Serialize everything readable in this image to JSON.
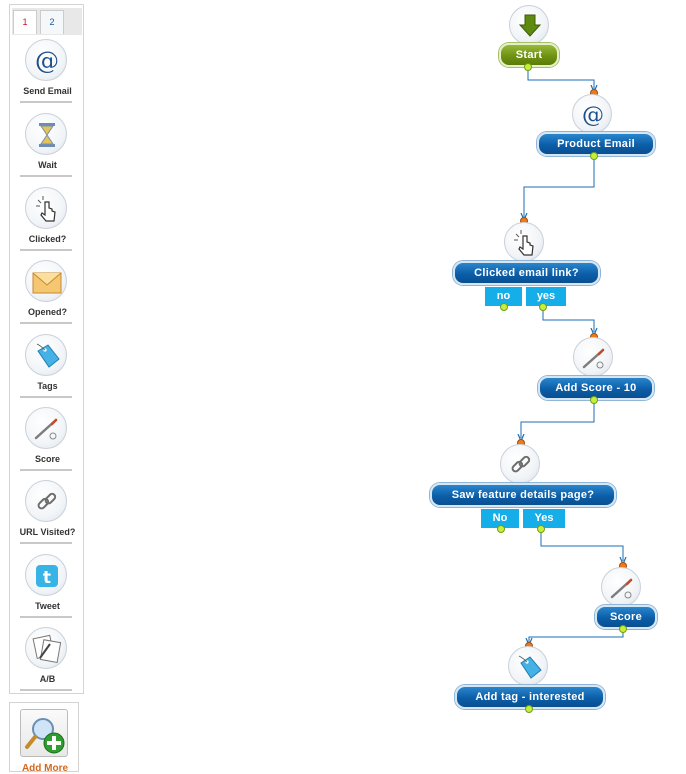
{
  "palette": {
    "tabs": [
      "1",
      "2"
    ],
    "tools": [
      {
        "label": "Send Email",
        "icon": "at-sign-icon"
      },
      {
        "label": "Wait",
        "icon": "hourglass-icon"
      },
      {
        "label": "Clicked?",
        "icon": "pointer-click-icon"
      },
      {
        "label": "Opened?",
        "icon": "envelope-icon"
      },
      {
        "label": "Tags",
        "icon": "tag-icon"
      },
      {
        "label": "Score",
        "icon": "score-wand-icon"
      },
      {
        "label": "URL Visited?",
        "icon": "link-icon"
      },
      {
        "label": "Tweet",
        "icon": "twitter-icon"
      },
      {
        "label": "A/B",
        "icon": "ab-test-icon"
      }
    ],
    "add_more_label": "Add More"
  },
  "flow": {
    "start_label": "Start",
    "product_email_label": "Product Email",
    "clicked_label": "Clicked email link?",
    "clicked_no": "no",
    "clicked_yes": "yes",
    "add_score_label": "Add Score - 10",
    "saw_feature_label": "Saw feature details page?",
    "saw_no": "No",
    "saw_yes": "Yes",
    "score_label": "Score",
    "add_tag_label": "Add tag - interested"
  },
  "colors": {
    "node_blue": "#0b5ea8",
    "start_green": "#6f9212",
    "branch_cyan": "#16aee8",
    "port_in": "#f07a1a",
    "port_out": "#c8ee3c",
    "wire": "#1a6fb5"
  }
}
